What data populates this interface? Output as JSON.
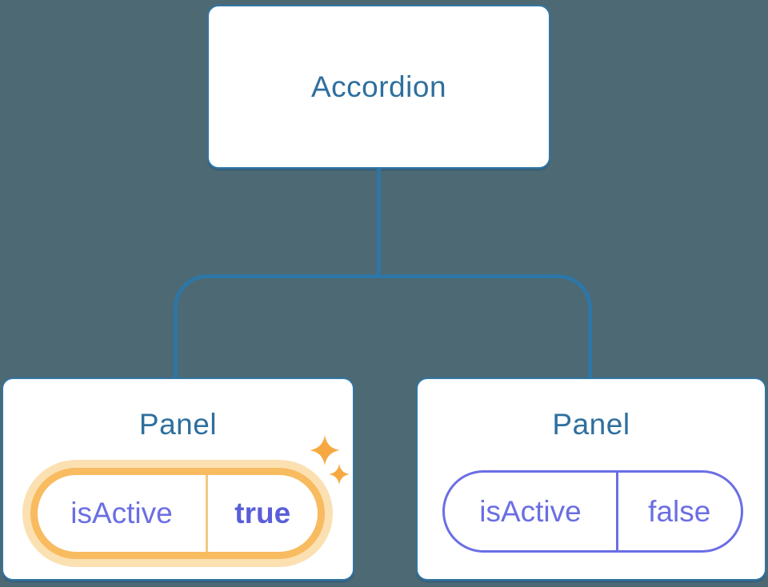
{
  "colors": {
    "background": "#4D6973",
    "node_fill": "#FFFFFF",
    "node_border_blue": "#3076A5",
    "connector_blue": "#2D76A6",
    "title_blue": "#2E6F9E",
    "prop_purple": "#6B6EE3",
    "prop_value_purple": "#5A5ED9",
    "highlight_orange": "#F8BB60",
    "highlight_halo": "#FBE0B2",
    "highlight_divider": "#F6C87E",
    "sparkle_orange": "#F5A940"
  },
  "diagram": {
    "type": "component-tree",
    "root_node": {
      "label": "Accordion"
    },
    "panels": [
      {
        "title": "Panel",
        "prop_name": "isActive",
        "prop_value": "true",
        "highlighted": true,
        "icon": "sparkles-icon"
      },
      {
        "title": "Panel",
        "prop_name": "isActive",
        "prop_value": "false",
        "highlighted": false
      }
    ]
  }
}
